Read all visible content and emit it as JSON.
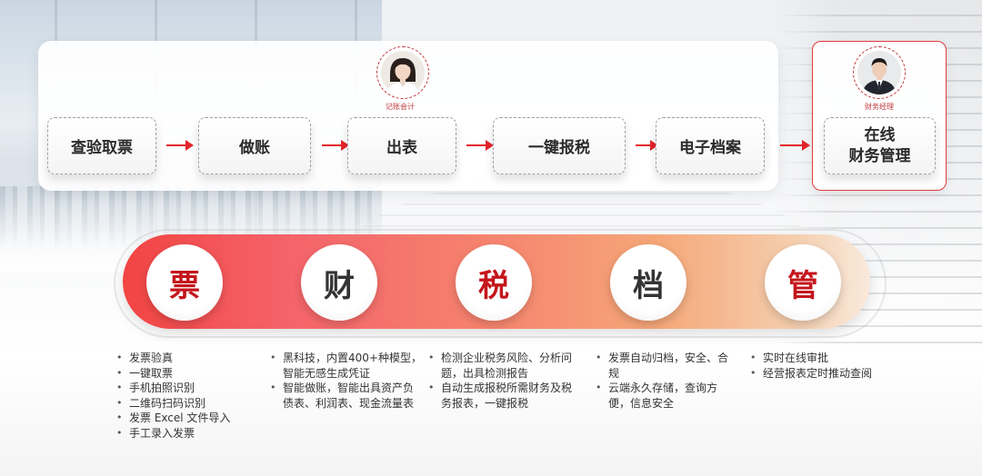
{
  "colors": {
    "accent_red": "#e3232a",
    "deep_red": "#c4161c",
    "dark_text": "#333333"
  },
  "process": {
    "steps": [
      "查验取票",
      "做账",
      "出表",
      "一键报税",
      "电子档案"
    ],
    "final_step_line1": "在线",
    "final_step_line2": "财务管理"
  },
  "roles": {
    "accountant": "记账会计",
    "manager": "财务经理"
  },
  "pillars": [
    {
      "char": "票",
      "color": "#c4161c",
      "items": [
        "发票验真",
        "一键取票",
        "手机拍照识别",
        "二维码扫码识别",
        "发票 Excel 文件导入",
        "手工录入发票"
      ]
    },
    {
      "char": "财",
      "color": "#333333",
      "items": [
        "黑科技，内置400+种模型，智能无感生成凭证",
        "智能做账，智能出具资产负债表、利润表、现金流量表"
      ]
    },
    {
      "char": "税",
      "color": "#c4161c",
      "items": [
        "检测企业税务风险、分析问题，出具检测报告",
        "自动生成报税所需财务及税务报表，一键报税"
      ]
    },
    {
      "char": "档",
      "color": "#333333",
      "items": [
        "发票自动归档，安全、合规",
        "云端永久存储，查询方便，信息安全"
      ]
    },
    {
      "char": "管",
      "color": "#c4161c",
      "items": [
        "实时在线审批",
        "经营报表定时推动查阅"
      ]
    }
  ]
}
